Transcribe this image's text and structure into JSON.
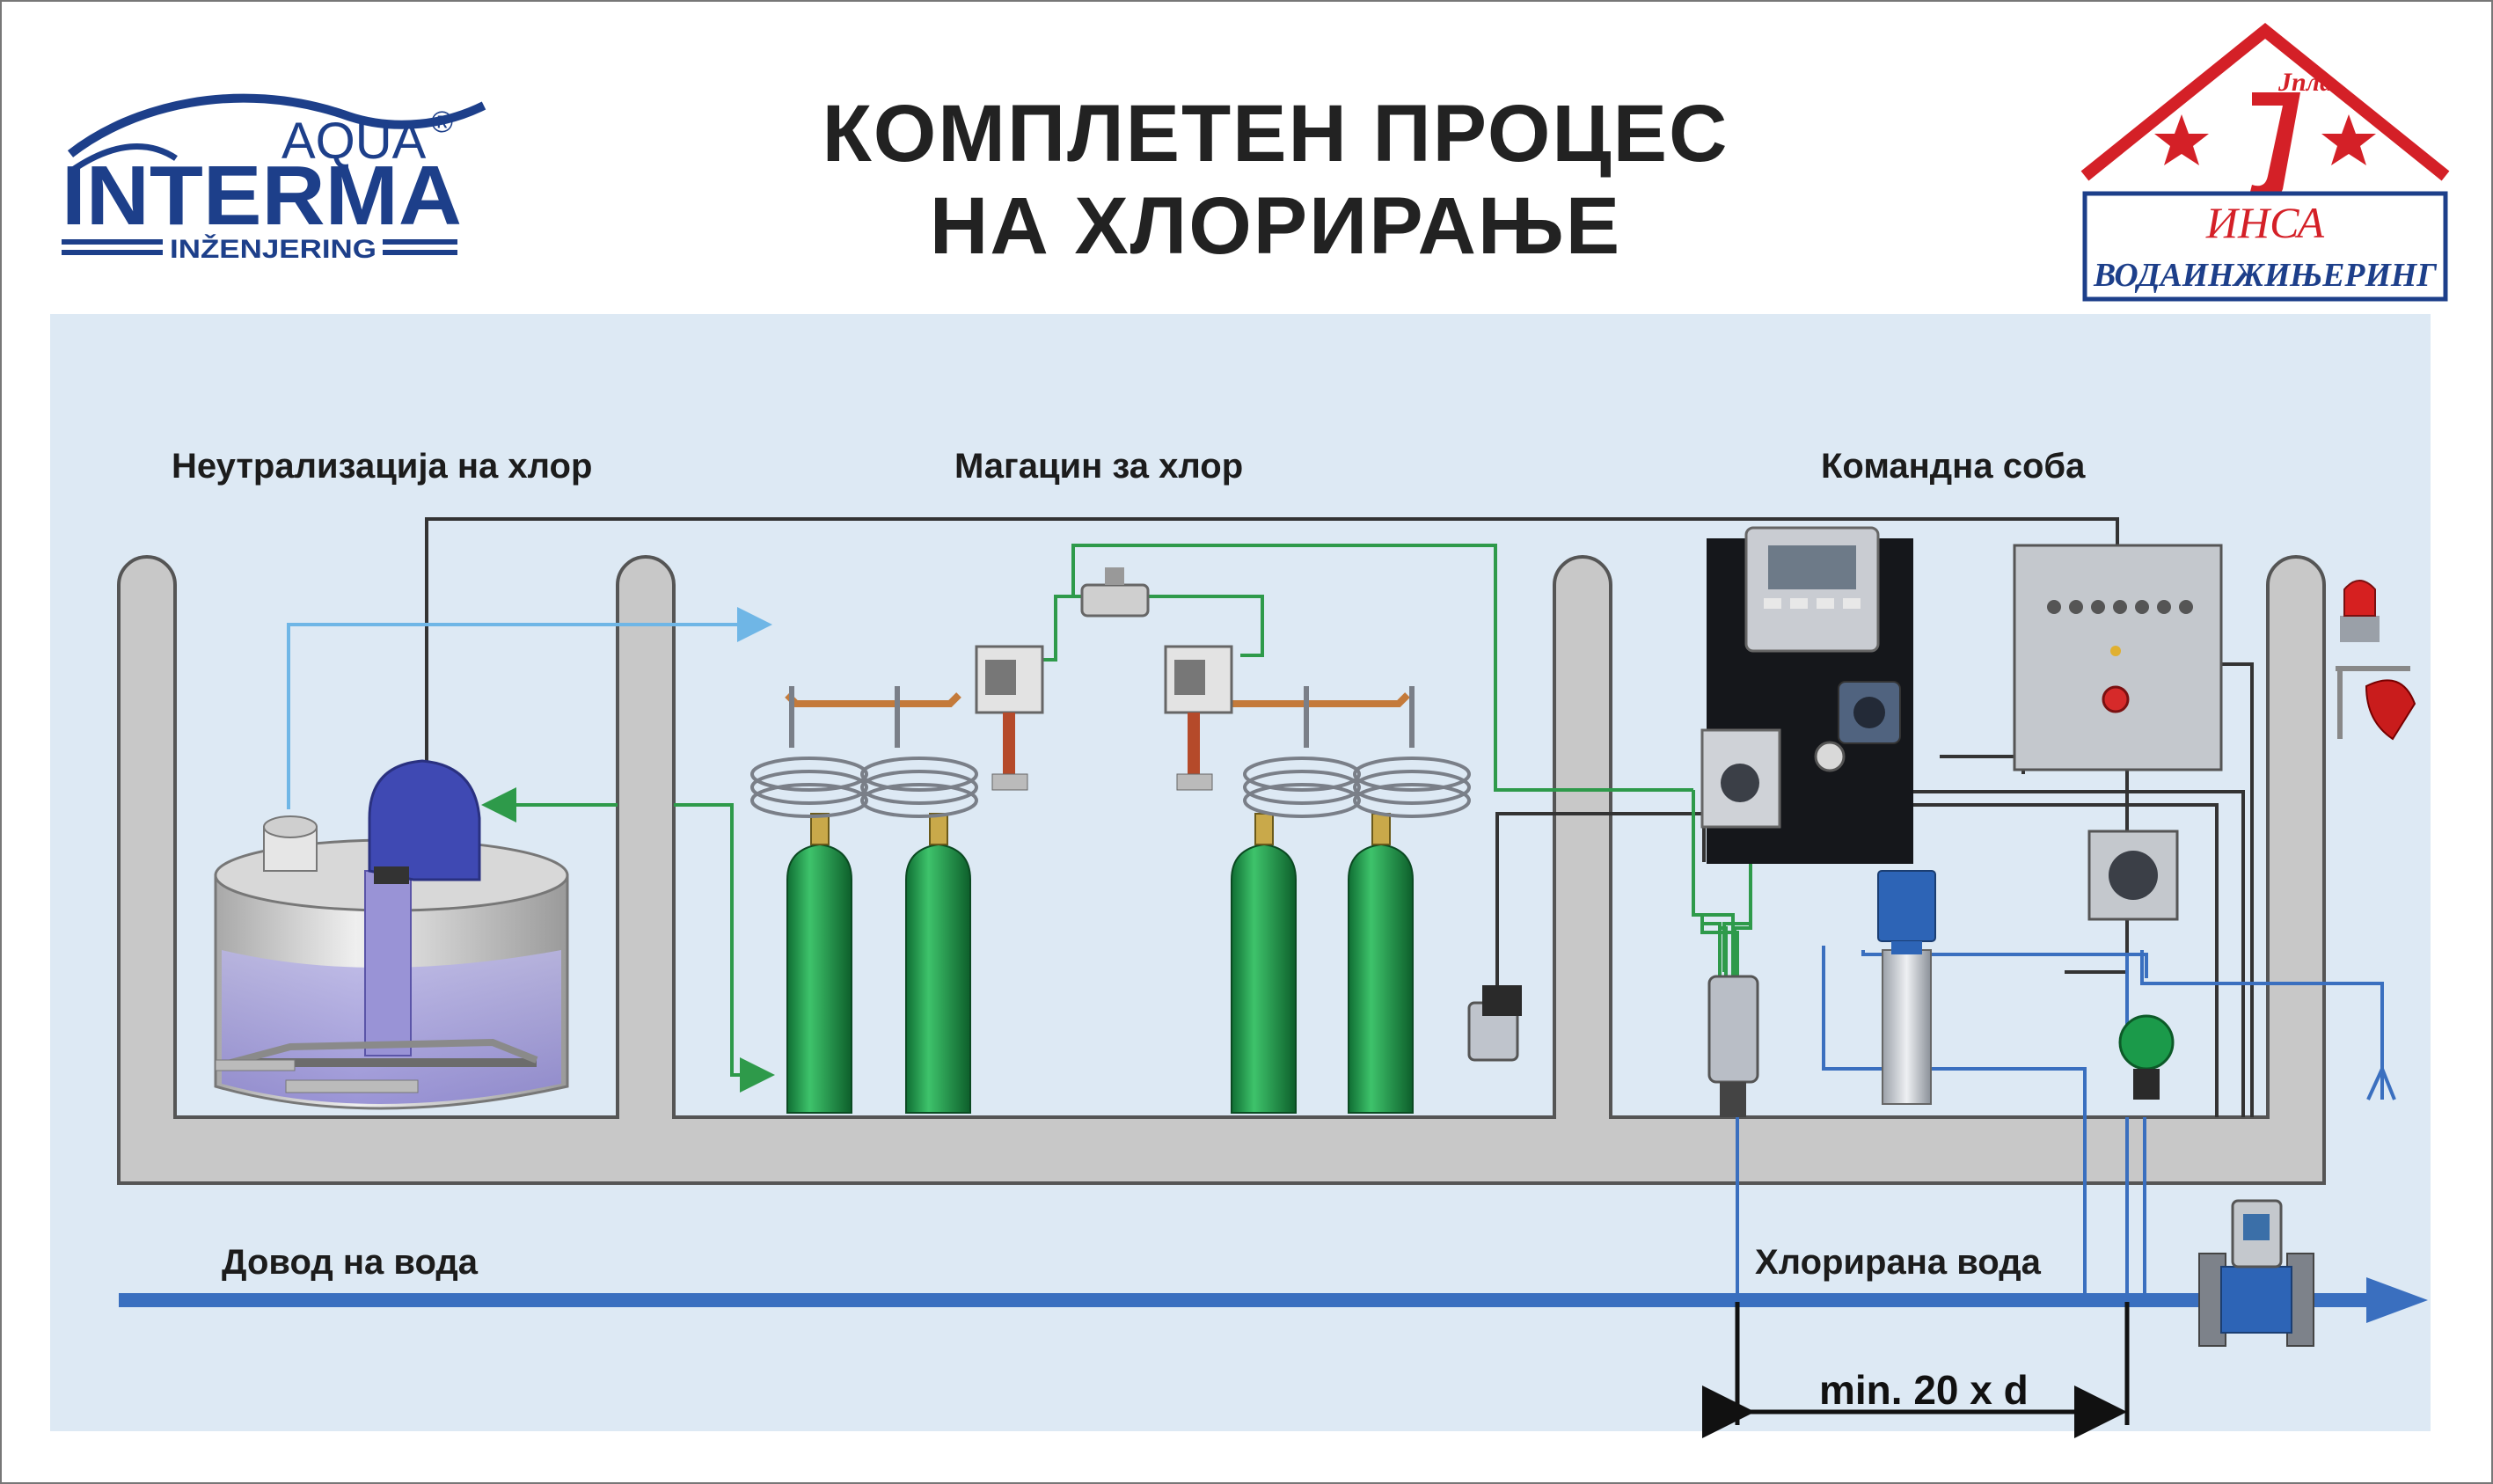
{
  "title": {
    "line1": "КОМПЛЕТЕН ПРОЦЕС",
    "line2": "НА ХЛОРИРАЊЕ"
  },
  "logo_left": {
    "aqua": "AQUA",
    "registered": "®",
    "interma": "INTERMA",
    "subtitle": "INŽENJERING"
  },
  "logo_right": {
    "top_script": "Јпла",
    "line1": "ИНСА",
    "line2": "ВОДАИНЖИЊЕРИНГ"
  },
  "sections": {
    "neutralization": "Неутрализација на хлор",
    "storage": "Магацин за хлор",
    "control_room": "Командна соба"
  },
  "pipe_labels": {
    "inlet": "Довод на вода",
    "chlorinated": "Хлорирана вода",
    "distance": "min. 20 x d"
  },
  "colors": {
    "background_panel": "#dde9f4",
    "wall": "#c8c8c8",
    "main_pipe": "#3a6fbf",
    "green_line": "#2e9a4a",
    "light_blue_line": "#6fb6e6",
    "cylinder": "#1f9a4a",
    "logo_blue": "#1d3f8a",
    "logo_red": "#d42027"
  }
}
